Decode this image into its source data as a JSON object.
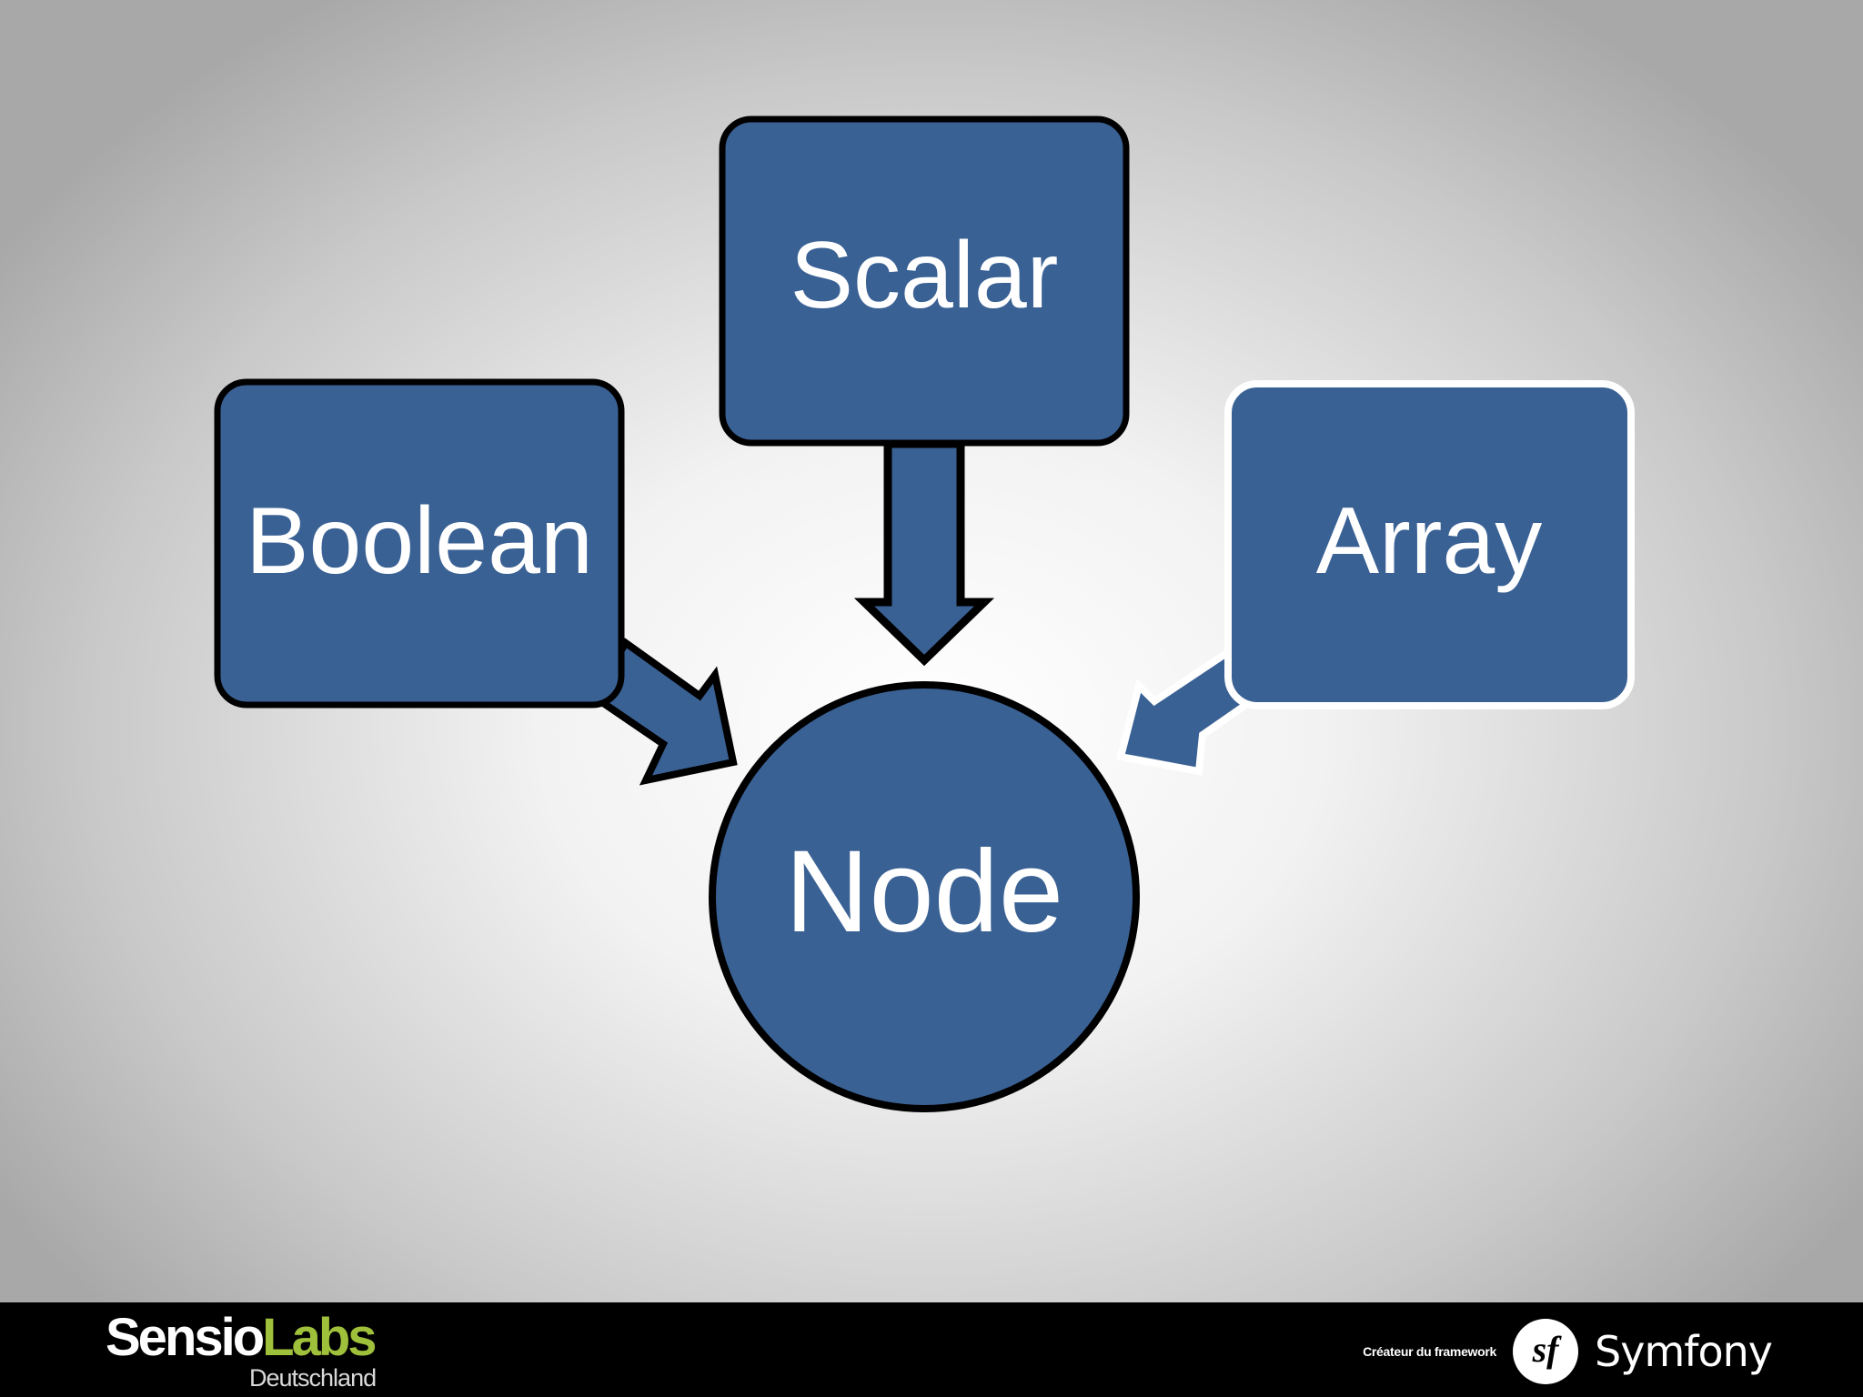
{
  "diagram": {
    "nodes": {
      "scalar": "Scalar",
      "boolean": "Boolean",
      "array": "Array",
      "node": "Node"
    },
    "colors": {
      "fill": "#3a6194",
      "border_dark": "#000000",
      "border_light": "#ffffff",
      "text": "#ffffff"
    },
    "edges": [
      {
        "from": "Scalar",
        "to": "Node"
      },
      {
        "from": "Boolean",
        "to": "Node"
      },
      {
        "from": "Array",
        "to": "Node"
      }
    ]
  },
  "footer": {
    "sensio_word_part1": "Sensio",
    "sensio_word_part2": "Labs",
    "sensio_sub": "Deutschland",
    "creator_text": "Créateur du framework",
    "sf_glyph": "sf",
    "symfony_word": "Symfony",
    "colors": {
      "background": "#000000",
      "labs_green": "#9fc03b"
    }
  }
}
